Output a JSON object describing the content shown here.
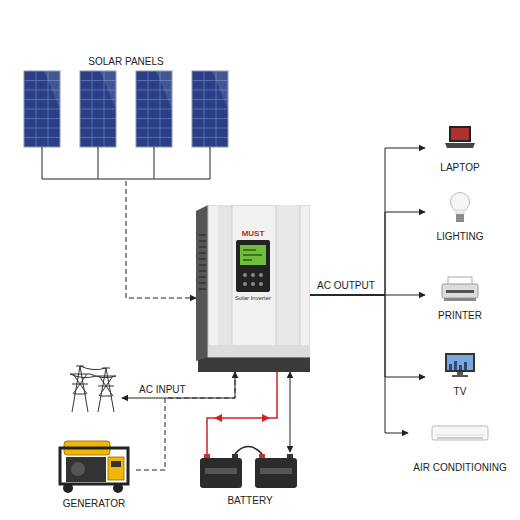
{
  "diagram": {
    "nodes": [
      {
        "text": [
          "SOLAR PANELS"
        ]
      },
      {
        "text": [
          "MUST",
          "Solar Inverter"
        ]
      },
      {
        "text": [
          "LAPTOP"
        ]
      },
      {
        "text": [
          "LIGHTING"
        ]
      },
      {
        "text": [
          "PRINTER"
        ]
      },
      {
        "text": [
          "TV"
        ]
      },
      {
        "text": [
          "AIR CONDITIONING"
        ]
      },
      {
        "text": [
          "GENERATOR"
        ]
      },
      {
        "text": [
          "BATTERY"
        ]
      }
    ],
    "edges": [
      {
        "from": 0,
        "to": 1,
        "arrow": "to"
      },
      {
        "from": 1,
        "to": 2,
        "arrow": "to"
      },
      {
        "from": 1,
        "to": 3,
        "arrow": "to"
      },
      {
        "from": 1,
        "to": 4,
        "arrow": "to"
      },
      {
        "from": 1,
        "to": 5,
        "arrow": "to"
      },
      {
        "from": 1,
        "to": 6,
        "arrow": "to"
      },
      {
        "from": 7,
        "to": 1,
        "arrow": "to"
      },
      {
        "from": 1,
        "to": 8,
        "arrow": "both"
      }
    ],
    "labels": [
      "AC OUTPUT",
      "AC INPUT"
    ]
  }
}
